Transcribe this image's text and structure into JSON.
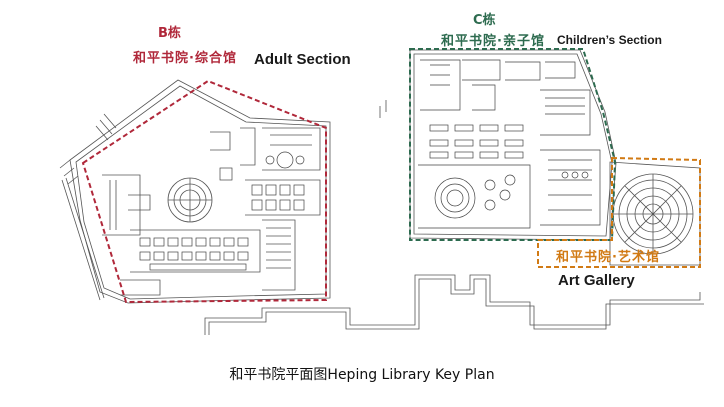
{
  "zones": {
    "b": {
      "code": "B栋",
      "name_cn": "和平书院·综合馆",
      "name_en": "Adult Section",
      "color": "#b0283a"
    },
    "c": {
      "code": "C栋",
      "name_cn": "和平书院·亲子馆",
      "name_en": "Children’s Section",
      "color": "#2d6b4f"
    },
    "art": {
      "name_cn": "和平书院·艺术馆",
      "name_en": "Art Gallery",
      "color": "#d17a14"
    }
  },
  "caption": "和平书院平面图Heping Library Key Plan"
}
